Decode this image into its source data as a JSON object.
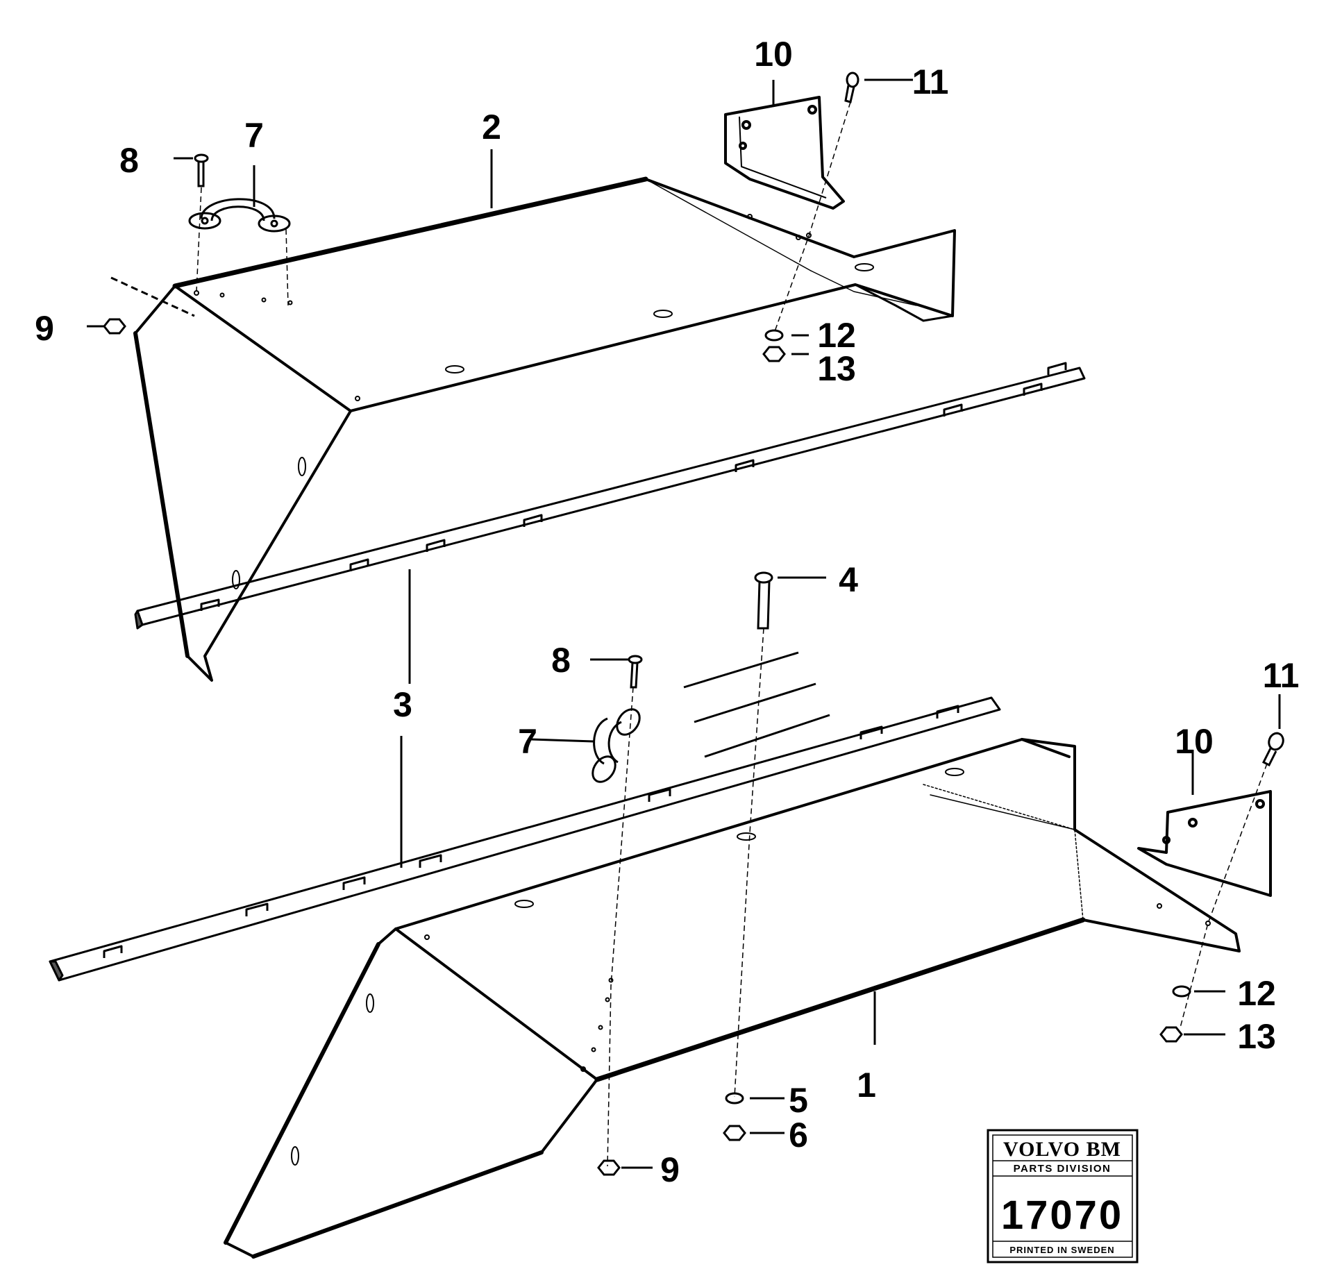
{
  "callouts": {
    "c1": "1",
    "c2": "2",
    "c3": "3",
    "c4": "4",
    "c5": "5",
    "c6": "6",
    "c7_top": "7",
    "c7_bottom": "7",
    "c8_top": "8",
    "c8_bottom": "8",
    "c9_top": "9",
    "c9_bottom": "9",
    "c10_top": "10",
    "c10_bottom": "10",
    "c11_top": "11",
    "c11_bottom": "11",
    "c12_top": "12",
    "c12_bottom": "12",
    "c13_top": "13",
    "c13_bottom": "13"
  },
  "stamp": {
    "brand": "VOLVO BM",
    "division": "PARTS DIVISION",
    "number": "17070",
    "footer": "PRINTED IN SWEDEN"
  },
  "colors": {
    "ink": "#000000",
    "paper": "#ffffff"
  }
}
